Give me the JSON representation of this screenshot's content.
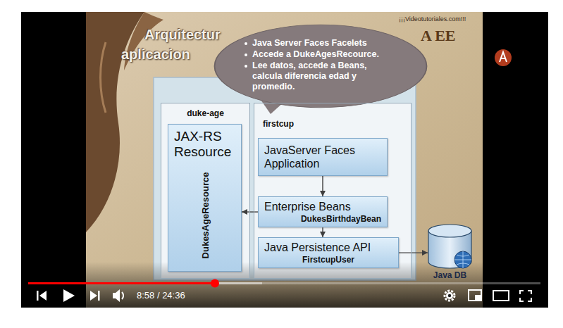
{
  "diagram": {
    "nodes": [
      {
        "text": [
          "Java Server Faces Facelets",
          "Accede a DukeAgesRecource.",
          "Lee datos, accede a Beans, calcula diferencia edad y promedio."
        ]
      },
      {
        "text": [
          "duke-age"
        ]
      },
      {
        "text": [
          "JAX-RS Resource",
          "DukesAgeResource"
        ],
        "in": 1
      },
      {
        "text": [
          "firstcup"
        ]
      },
      {
        "text": [
          "JavaServer Faces Application"
        ],
        "in": 3
      },
      {
        "text": [
          "Enterprise Beans",
          "DukesBirthdayBean"
        ],
        "in": 3
      },
      {
        "text": [
          "Java Persistence API",
          "FirstcupUser"
        ],
        "in": 3
      },
      {
        "text": [
          "Java DB"
        ]
      }
    ],
    "edges": [
      {
        "from": 4,
        "to": 5,
        "arrow": "to"
      },
      {
        "from": 5,
        "to": 2,
        "arrow": "to"
      },
      {
        "from": 5,
        "to": 6,
        "arrow": "to"
      },
      {
        "from": 6,
        "to": 7,
        "arrow": "to"
      }
    ],
    "labels": [
      "Arquitectur",
      "aplicacion",
      "¡¡¡Videotutoriales.com!!!",
      "A EE",
      "8:58 / 24:36"
    ]
  }
}
